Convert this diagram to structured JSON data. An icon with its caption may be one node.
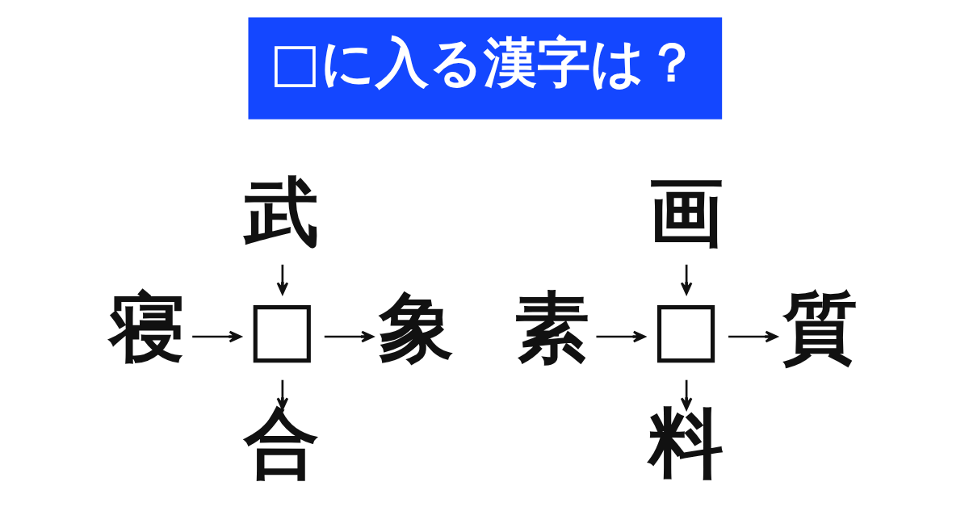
{
  "diagram": {
    "title": "□に入る漢字は？",
    "nodes": [
      {
        "text": [
          "武"
        ]
      },
      {
        "text": [
          "寝"
        ]
      },
      {
        "text": [
          "□"
        ]
      },
      {
        "text": [
          "象"
        ]
      },
      {
        "text": [
          "合"
        ]
      },
      {
        "text": [
          "画"
        ]
      },
      {
        "text": [
          "素"
        ]
      },
      {
        "text": [
          "□"
        ]
      },
      {
        "text": [
          "質"
        ]
      },
      {
        "text": [
          "料"
        ]
      }
    ],
    "edges": [
      {
        "from": 0,
        "to": 2,
        "arrow": "to"
      },
      {
        "from": 1,
        "to": 2,
        "arrow": "to"
      },
      {
        "from": 2,
        "to": 3,
        "arrow": "to"
      },
      {
        "from": 2,
        "to": 4,
        "arrow": "to"
      },
      {
        "from": 5,
        "to": 7,
        "arrow": "to"
      },
      {
        "from": 6,
        "to": 7,
        "arrow": "to"
      },
      {
        "from": 7,
        "to": 8,
        "arrow": "to"
      },
      {
        "from": 7,
        "to": 9,
        "arrow": "to"
      }
    ]
  }
}
